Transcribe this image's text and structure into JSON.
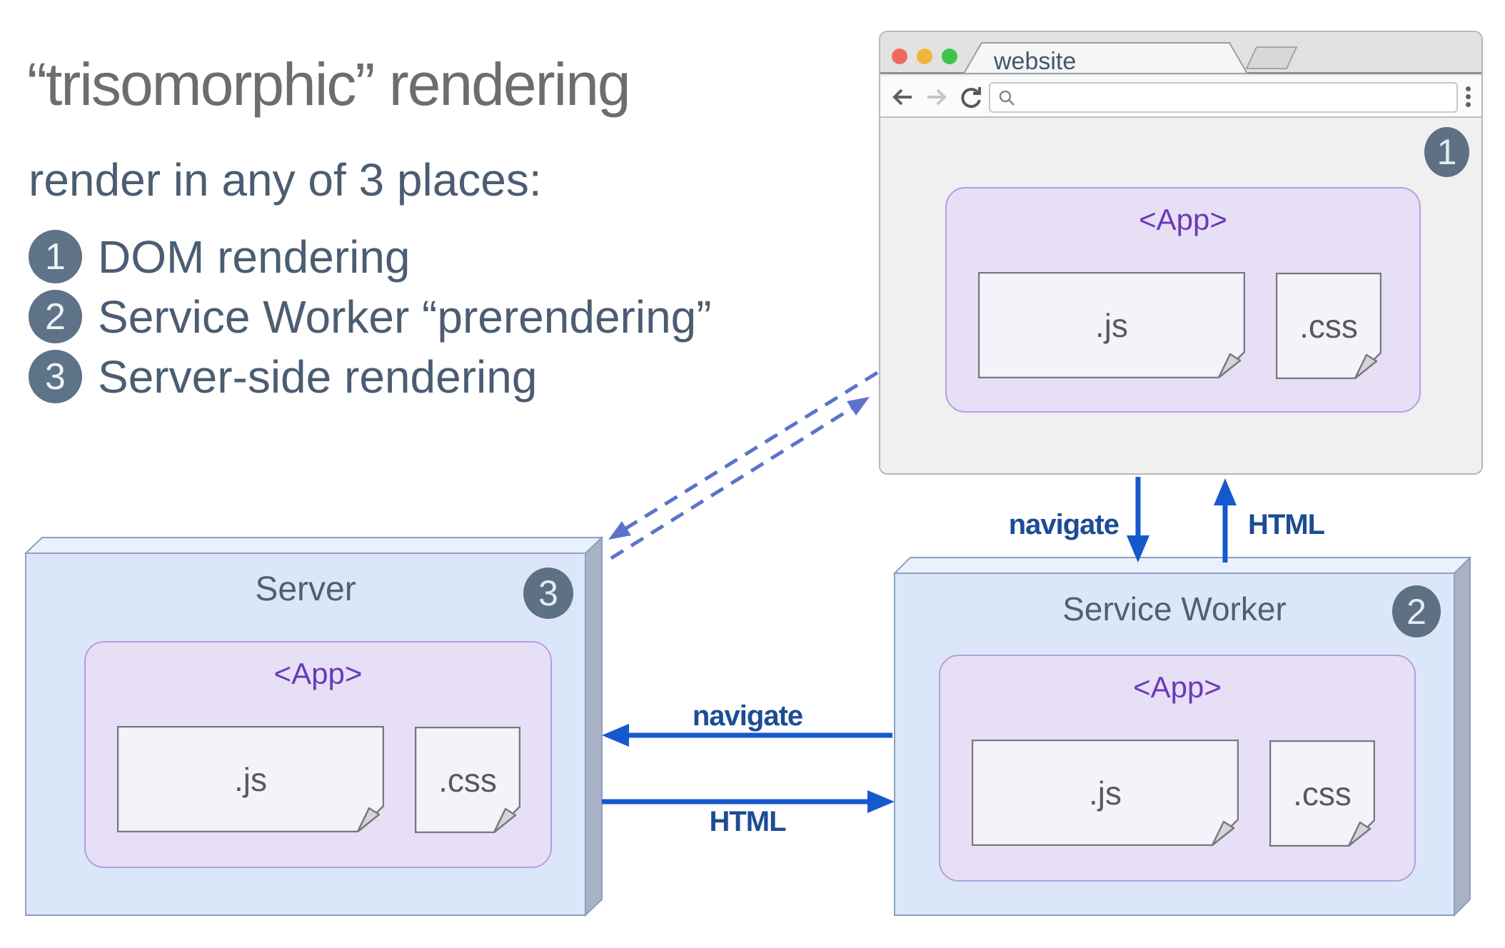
{
  "title": "“trisomorphic” rendering",
  "subtitle": "render in any of 3 places:",
  "legend": [
    {
      "num": "1",
      "label": "DOM rendering"
    },
    {
      "num": "2",
      "label": "Service Worker “prerendering”"
    },
    {
      "num": "3",
      "label": "Server-side rendering"
    }
  ],
  "browser": {
    "tab_title": "website",
    "badge": "1",
    "app": {
      "title": "<App>",
      "js_label": ".js",
      "css_label": ".css"
    }
  },
  "server": {
    "title": "Server",
    "badge": "3",
    "app": {
      "title": "<App>",
      "js_label": ".js",
      "css_label": ".css"
    }
  },
  "service_worker": {
    "title": "Service Worker",
    "badge": "2",
    "app": {
      "title": "<App>",
      "js_label": ".js",
      "css_label": ".css"
    }
  },
  "arrows": {
    "browser_sw_down": "navigate",
    "browser_sw_up": "HTML",
    "server_sw_left": "navigate",
    "server_sw_right": "HTML"
  },
  "colors": {
    "arrow_blue": "#1659cc",
    "label_navy": "#1d4c96",
    "dashed_blue": "#5b74c9",
    "app_purple": "#6a3ab8",
    "box_blue_face": "#dbe7f9",
    "badge_slate": "#5e7083",
    "traffic_red": "#ee6a5f",
    "traffic_yellow": "#f0b63c",
    "traffic_green": "#3fc24c"
  }
}
